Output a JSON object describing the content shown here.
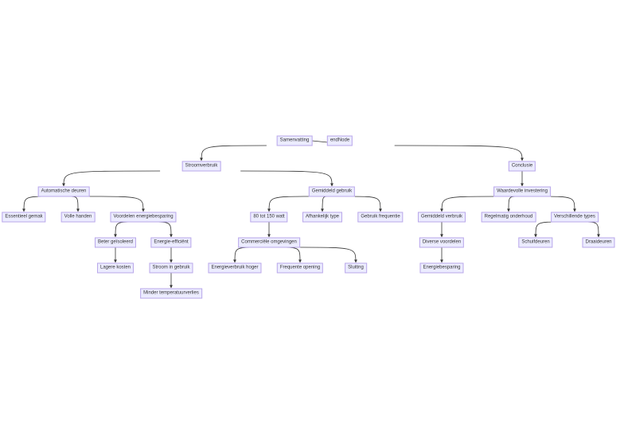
{
  "nodes": [
    "Samenvatting",
    "endNode",
    "Stroomverbruik",
    "Conclusie",
    "Automatische deuren",
    "Gemiddeld gebruik",
    "Waardevolle investering",
    "Essentieel gemak",
    "Volle handen",
    "Voordelen energiebesparing",
    "80 tot 150 watt",
    "Afhankelijk type",
    "Gebruik frequentie",
    "Gemiddeld verbruik",
    "Regelmatig onderhoud",
    "Verschillende types",
    "Beter geïsoleerd",
    "Energie-efficiënt",
    "Commerciële omgevingen",
    "Diverse voordelen",
    "Schuifdeuren",
    "Draaideuren",
    "Lagere kosten",
    "Stroom in gebruik",
    "Energieverbruik hoger",
    "Frequente opening",
    "Sluiting",
    "Energiebesparing",
    "Minder temperatuurverlies"
  ],
  "colors": {
    "node_fill": "#ECECFF",
    "node_border": "#9370DB",
    "edge": "#333333"
  }
}
